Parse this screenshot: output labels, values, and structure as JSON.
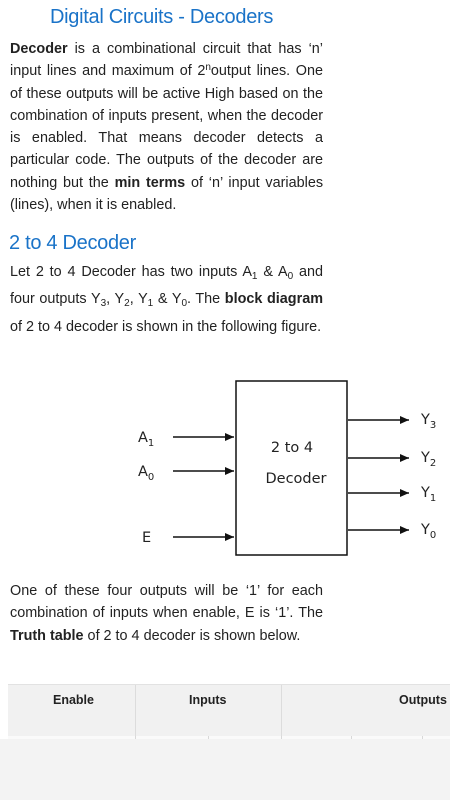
{
  "article": {
    "title": "Digital Circuits - Decoders",
    "intro": {
      "lead_bold": "Decoder",
      "text_1": " is a combinational circuit that has ‘n’ input lines and maximum of 2",
      "sup": "n",
      "text_2": "output lines. One of these outputs will be active High based on the combination of inputs present, when the decoder is enabled. That means decoder detects a particular code. The outputs of the decoder are nothing but the ",
      "bold_2": "min terms",
      "text_3": " of ‘n’ input variables (lines), when it is enabled."
    },
    "section": {
      "title": "2 to 4 Decoder",
      "p1": "Let 2 to 4 Decoder has two inputs A",
      "a1_sub": "1",
      "p2": " & A",
      "a0_sub": "0",
      "p3": " and four outputs Y",
      "y3_sub": "3",
      "p4": ", Y",
      "y2_sub": "2",
      "p5": ", Y",
      "y1_sub": "1",
      "p6": " & Y",
      "y0_sub": "0",
      "p7": ". The ",
      "bold": "block diagram",
      "p8": " of 2 to 4 decoder is shown in the following figure."
    },
    "after_diagram": {
      "t1": "One of these four outputs will be ‘1’ for each combination of inputs when enable, E is ‘1’. The ",
      "bold": "Truth table",
      "t2": " of 2 to 4 decoder is shown below."
    }
  },
  "diagram": {
    "block_line1": "2 to 4",
    "block_line2": "Decoder",
    "inputs": [
      {
        "base": "A",
        "sub": "1"
      },
      {
        "base": "A",
        "sub": "0"
      },
      {
        "base": "E",
        "sub": ""
      }
    ],
    "outputs": [
      {
        "base": "Y",
        "sub": "3"
      },
      {
        "base": "Y",
        "sub": "2"
      },
      {
        "base": "Y",
        "sub": "1"
      },
      {
        "base": "Y",
        "sub": "0"
      }
    ]
  },
  "truth_table": {
    "headers": [
      "Enable",
      "Inputs",
      "Outputs"
    ]
  }
}
